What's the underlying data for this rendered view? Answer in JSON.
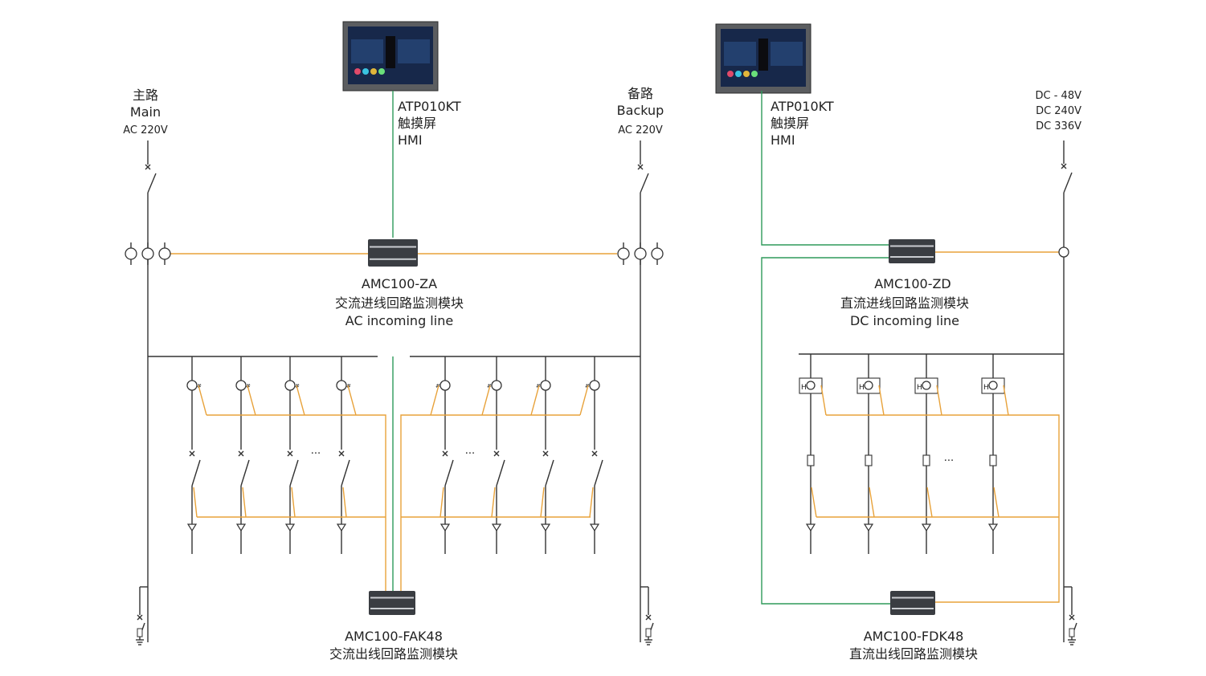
{
  "colors": {
    "signal": "#e8a23a",
    "communication": "#2e9a5a",
    "power": "#333333",
    "module": "#3a3d42"
  },
  "ac": {
    "main": {
      "cn": "主路",
      "en": "Main",
      "voltage": "AC 220V"
    },
    "backup": {
      "cn": "备路",
      "en": "Backup",
      "voltage": "AC 220V"
    },
    "hmi": {
      "model": "ATP010KT",
      "cn": "触摸屏",
      "en": "HMI"
    },
    "incoming_module": {
      "model": "AMC100-ZA",
      "cn": "交流进线回路监测模块",
      "en": "AC incoming line"
    },
    "outgoing_module": {
      "model": "AMC100-FAK48",
      "cn": "交流出线回路监测模块"
    },
    "ellipsis": "···"
  },
  "dc": {
    "voltages": [
      "DC - 48V",
      "DC 240V",
      "DC 336V"
    ],
    "hmi": {
      "model": "ATP010KT",
      "cn": "触摸屏",
      "en": "HMI"
    },
    "incoming_module": {
      "model": "AMC100-ZD",
      "cn": "直流进线回路监测模块",
      "en": "DC incoming line"
    },
    "outgoing_module": {
      "model": "AMC100-FDK48",
      "cn": "直流出线回路监测模块"
    },
    "hall_sensor_label": "H",
    "ellipsis": "···"
  }
}
